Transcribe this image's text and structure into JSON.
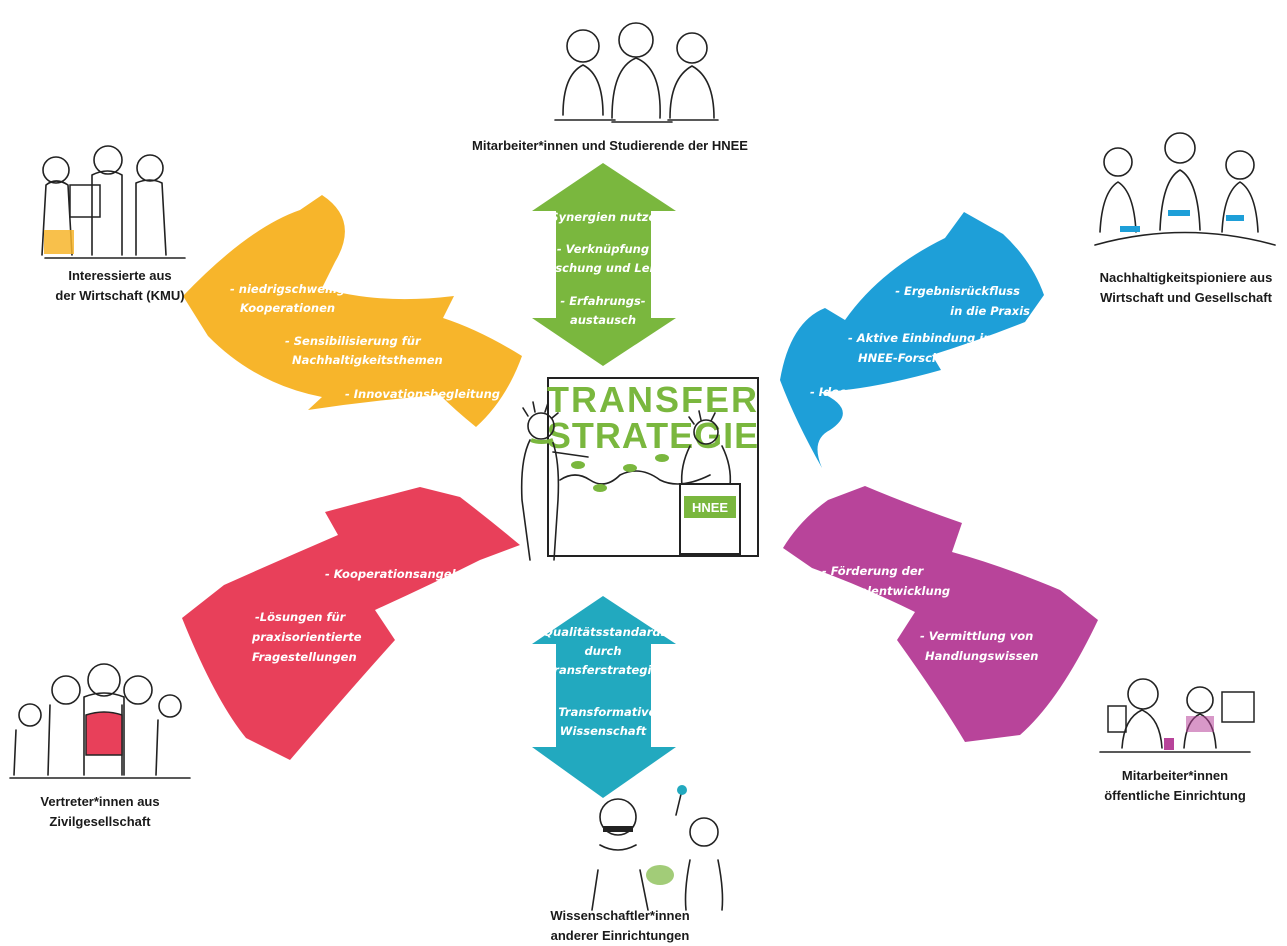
{
  "colors": {
    "green": "#7ab73e",
    "blue": "#1e9fd8",
    "yellow": "#f7b52b",
    "red": "#e8405a",
    "purple": "#b8449a",
    "teal": "#22a9bf"
  },
  "center": {
    "title_line1": "TRANSFER",
    "title_line2": "STRATEGIE",
    "podium_label": "HNEE"
  },
  "stakeholders": {
    "top": {
      "lines": [
        "Mitarbeiter*innen und Studierende der HNEE"
      ]
    },
    "top_left": {
      "lines": [
        "Interessierte aus",
        "der Wirtschaft (KMU)"
      ]
    },
    "top_right": {
      "lines": [
        "Nachhaltigkeitspioniere aus",
        "Wirtschaft und Gesellschaft"
      ]
    },
    "bottom_left": {
      "lines": [
        "Vertreter*innen aus",
        "Zivilgesellschaft"
      ]
    },
    "bottom_right": {
      "lines": [
        "Mitarbeiter*innen",
        "öffentliche Einrichtung"
      ]
    },
    "bottom": {
      "lines": [
        "Wissenschaftler*innen",
        "anderer Einrichtungen"
      ]
    }
  },
  "arrows": {
    "green": [
      "- Synergien nutzen",
      "- Verknüpfung",
      "Forschung und Lehre",
      "- Erfahrungs-",
      "austausch"
    ],
    "blue": [
      "- Ergebnisrückfluss",
      "in die Praxis",
      "- Aktive Einbindung in",
      "HNEE-Forschung",
      "- Ideenentwicklung"
    ],
    "yellow": [
      "- niedrigschwellige",
      "Kooperationen",
      "- Sensibilisierung für",
      "Nachhaltigkeitsthemen",
      "- Innovationsbegleitung"
    ],
    "red": [
      "- Kooperationsangebote",
      "-Lösungen für",
      "praxisorientierte",
      "Fragestellungen"
    ],
    "purple": [
      "- Förderung der",
      "Regionalentwicklung",
      "- Vermittlung von",
      "Handlungswissen"
    ],
    "teal": [
      "-Qualitätsstandards",
      "durch",
      "Transferstrategie",
      "- Transformative",
      "Wissenschaft"
    ]
  },
  "icons": [
    "people-sketch-icon",
    "teacher-sketch-icon",
    "podium-icon",
    "whiteboard-icon"
  ]
}
